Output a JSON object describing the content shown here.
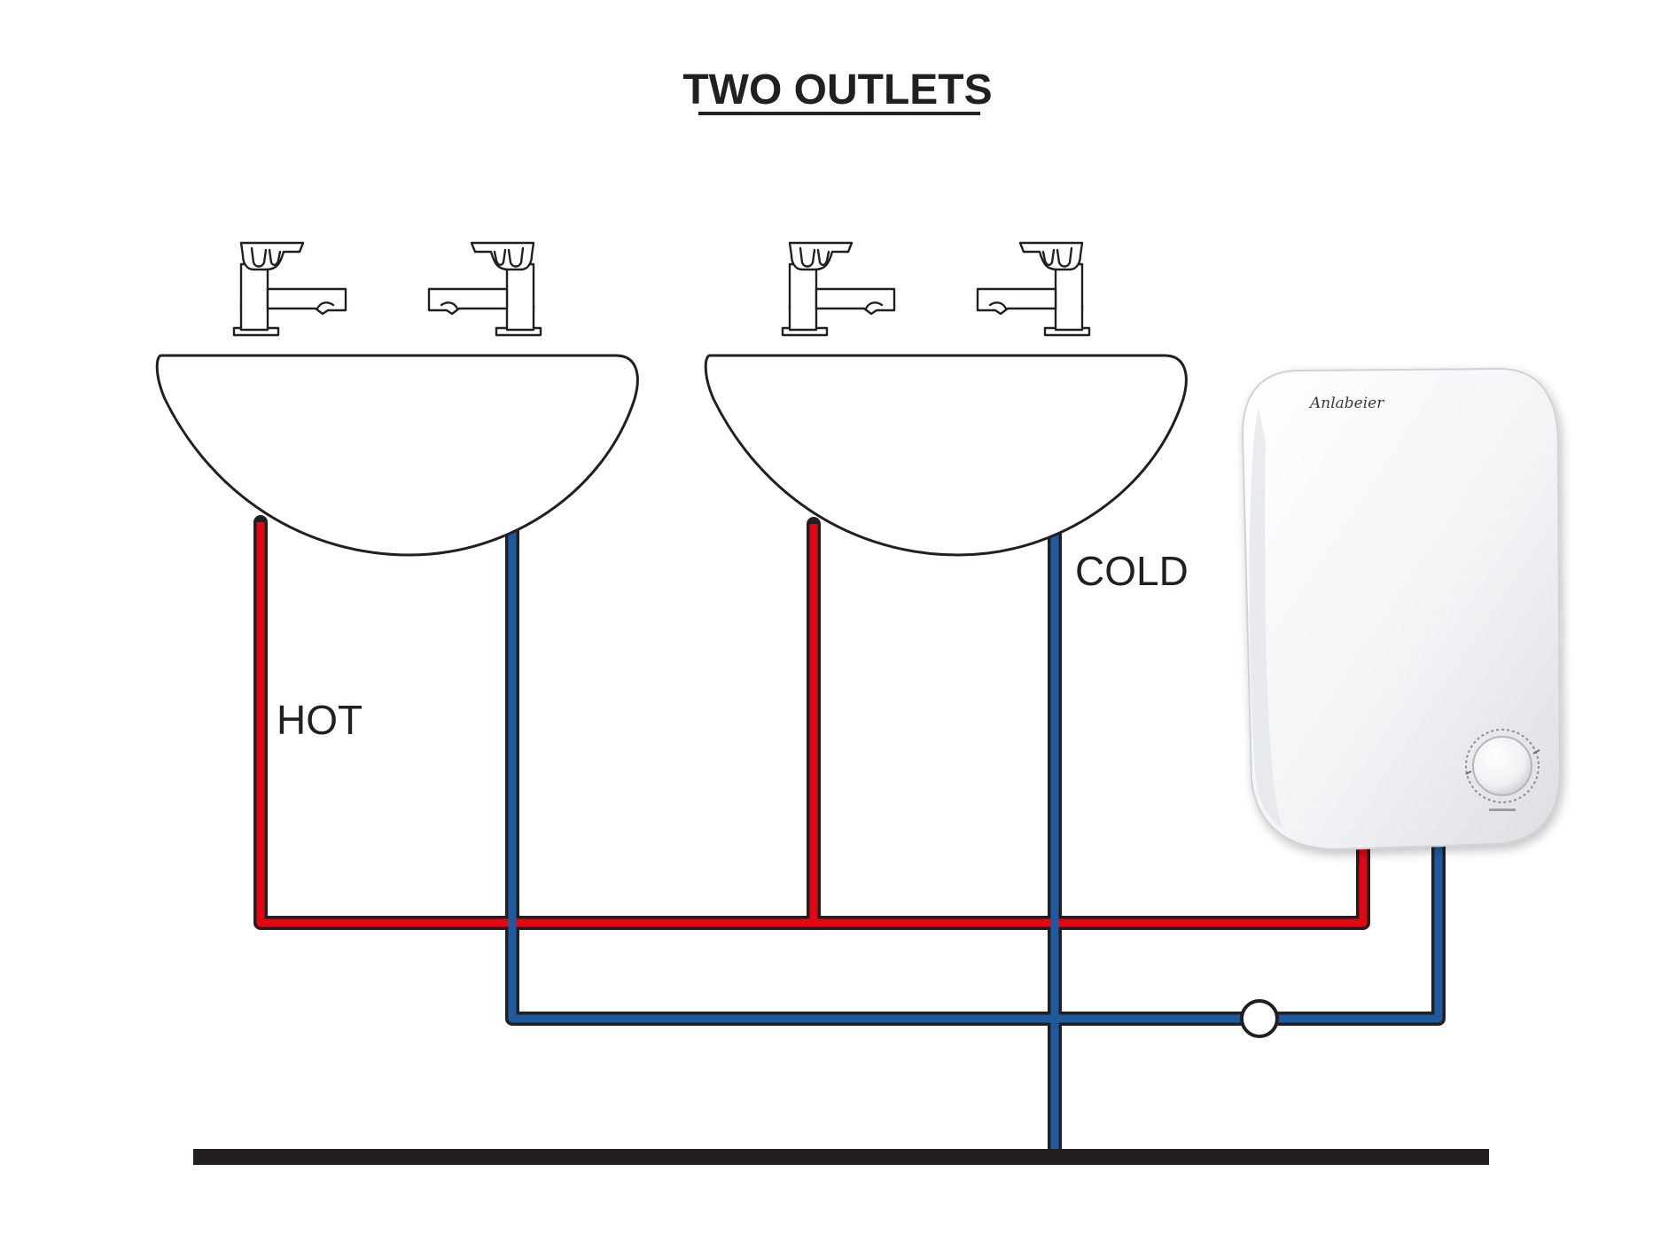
{
  "title": "TWO OUTLETS",
  "labels": {
    "hot": "HOT",
    "cold": "COLD"
  },
  "heater": {
    "brand": "Anlabeier"
  },
  "colors": {
    "hot_pipe": "#e30613",
    "cold_pipe": "#1d5aa0",
    "outline": "#231f20",
    "background": "#ffffff"
  },
  "components": {
    "sinks": [
      "sink-1",
      "sink-2"
    ],
    "taps_per_sink": 2,
    "valve_icon": "circle-valve-icon",
    "floor": "floor-line"
  }
}
